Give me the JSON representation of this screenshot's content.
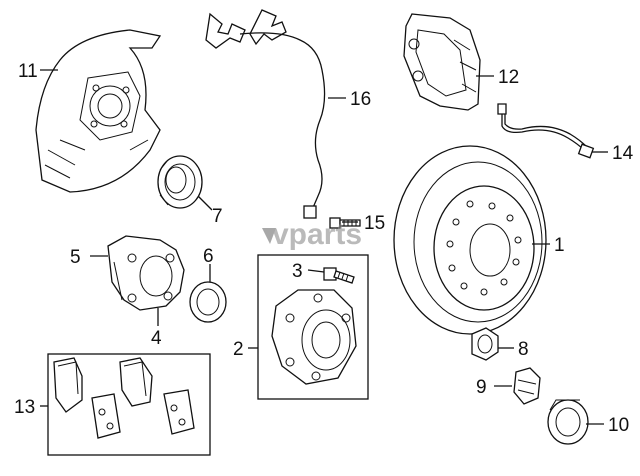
{
  "callouts": [
    {
      "id": "c1",
      "label": "1"
    },
    {
      "id": "c2",
      "label": "2"
    },
    {
      "id": "c3",
      "label": "3"
    },
    {
      "id": "c4",
      "label": "4"
    },
    {
      "id": "c5",
      "label": "5"
    },
    {
      "id": "c6",
      "label": "6"
    },
    {
      "id": "c7",
      "label": "7"
    },
    {
      "id": "c8",
      "label": "8"
    },
    {
      "id": "c9",
      "label": "9"
    },
    {
      "id": "c10",
      "label": "10"
    },
    {
      "id": "c11",
      "label": "11"
    },
    {
      "id": "c12",
      "label": "12"
    },
    {
      "id": "c13",
      "label": "13"
    },
    {
      "id": "c14",
      "label": "14"
    },
    {
      "id": "c15",
      "label": "15"
    },
    {
      "id": "c16",
      "label": "16"
    }
  ],
  "watermark": {
    "brand": "vparts"
  }
}
